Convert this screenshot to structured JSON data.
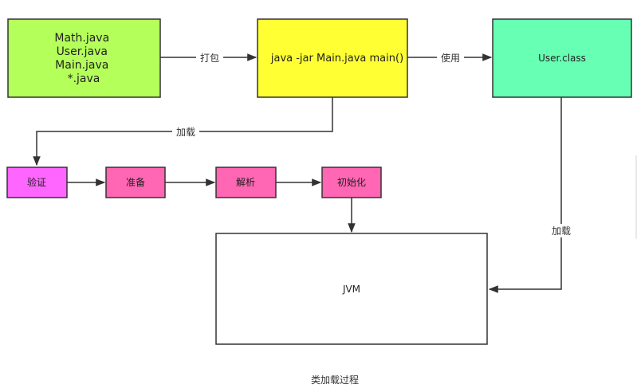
{
  "nodes": {
    "sources": {
      "lines": [
        "Math.java",
        "User.java",
        "Main.java",
        "*.java"
      ],
      "fill": "#b5ff5a"
    },
    "run": {
      "lines": [
        "java -jar Main.java main()"
      ],
      "fill": "#ffff33"
    },
    "userclass": {
      "lines": [
        "User.class"
      ],
      "fill": "#66ffb3"
    },
    "verify": {
      "lines": [
        "验证"
      ],
      "fill": "#ff66ff"
    },
    "prepare": {
      "lines": [
        "准备"
      ],
      "fill": "#ff66b3"
    },
    "resolve": {
      "lines": [
        "解析"
      ],
      "fill": "#ff66b3"
    },
    "init": {
      "lines": [
        "初始化"
      ],
      "fill": "#ff66b3"
    },
    "jvm": {
      "lines": [
        "JVM"
      ],
      "fill": "#ffffff"
    }
  },
  "edges": {
    "pack": {
      "label": "打包"
    },
    "use": {
      "label": "使用"
    },
    "load_left": {
      "label": "加载"
    },
    "load_right": {
      "label": "加载"
    }
  },
  "caption": "类加载过程",
  "colors": {
    "stroke": "#333333"
  }
}
